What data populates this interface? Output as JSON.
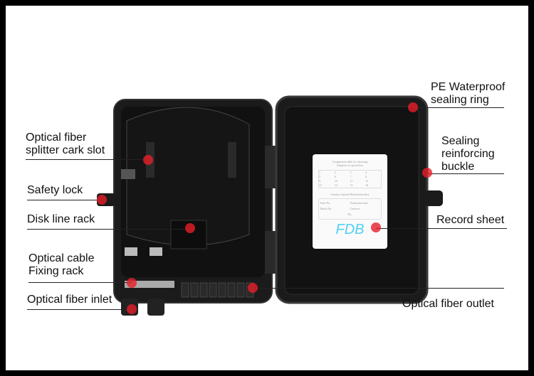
{
  "labels": {
    "splitter_slot": [
      "Optical fiber",
      "splitter cark slot"
    ],
    "safety_lock": "Safety lock",
    "disk_line_rack": "Disk line rack",
    "cable_fixing_rack": [
      "Optical cable",
      "Fixing rack"
    ],
    "fiber_inlet": "Optical fiber inlet",
    "pe_ring": [
      "PE Waterproof",
      "sealing ring"
    ],
    "buckle": [
      "Sealing",
      "reinforcing",
      "buckle"
    ],
    "record_sheet": "Record sheet",
    "fiber_outlet": "Optical fiber outlet"
  },
  "record_card": {
    "title": [
      "Comparison table for choosing",
      "Adaptors of optical box"
    ],
    "grid": [
      "1",
      "2",
      "3",
      "4",
      "5",
      "6",
      "7",
      "8",
      "9",
      "10",
      "11",
      "12",
      "13",
      "14",
      "15",
      "16"
    ],
    "subtitle": "Outdoor Optical Distribution Box",
    "fields": [
      "Item No.",
      "Production date",
      "Batch No.",
      "Contacts",
      "No."
    ],
    "brand": "FDB"
  },
  "colors": {
    "marker": "#e61e28",
    "brand": "#4fd0f5",
    "box": "#1a1a1a"
  }
}
